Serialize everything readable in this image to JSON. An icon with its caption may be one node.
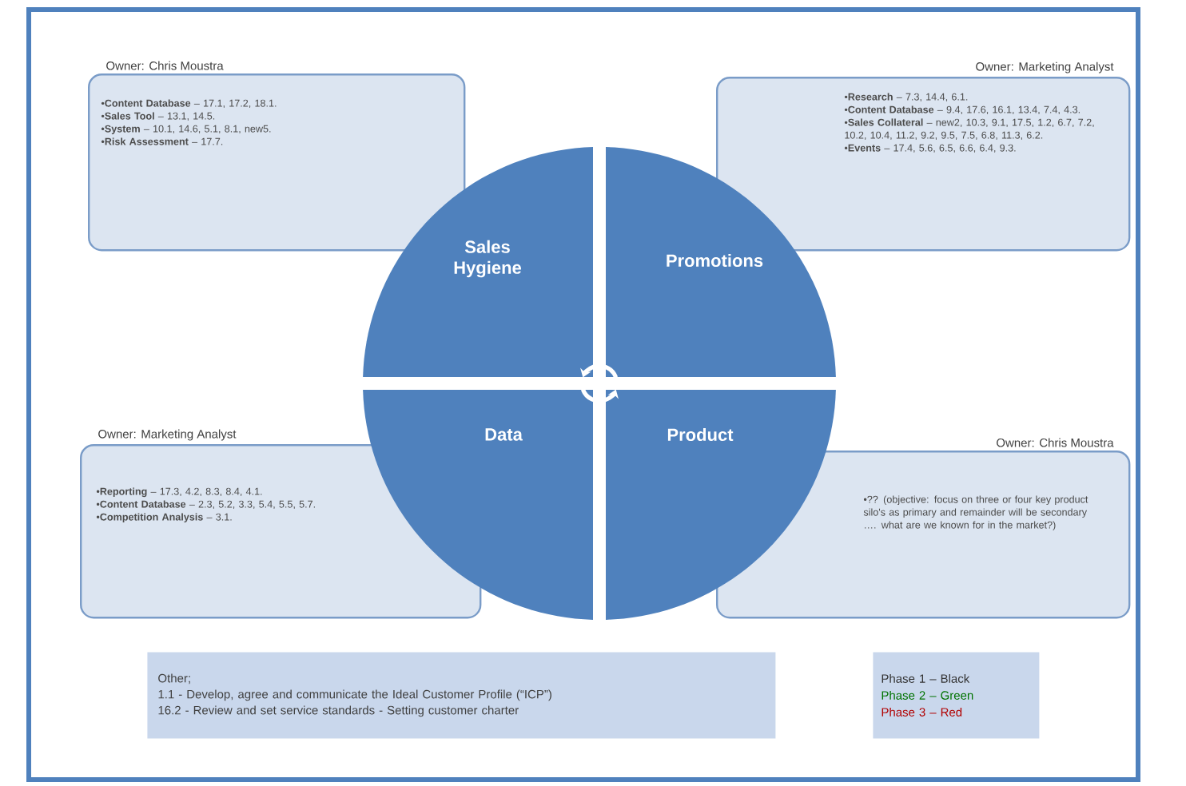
{
  "diagram": {
    "nodes": [
      {
        "text": [
          "Owner:  Chris Moustra",
          "•**Content Database** – 17.1, 17.2, 18.1.",
          "•**Sales Tool** – 13.1, 14.5.",
          "•**System** – 10.1, 14.6, 5.1, 8.1, new5.",
          "•**Risk Assessment** – 17.7."
        ]
      },
      {
        "text": [
          "Sales Hygiene"
        ]
      },
      {
        "text": [
          "Promotions"
        ]
      },
      {
        "text": [
          "Owner:  Marketing Analyst",
          "•**Research** – 7.3, 14.4, 6.1.",
          "•**Content Database** – 9.4, 17.6, 16.1, 13.4, 7.4, 4.3.",
          "•**Sales Collateral** – new2, 10.3, 9.1, 17.5, 1.2, 6.7, 7.2, 10.2, 10.4, 11.2, 9.2, 9.5, 7.5, 6.8, 11.3, 6.2.",
          "•**Events** – 17.4, 5.6, 6.5, 6.6, 6.4, 9.3."
        ]
      },
      {
        "text": [
          "Owner:  Marketing Analyst",
          "•**Reporting** – 17.3, 4.2, 8.3, 8.4, 4.1.",
          "•**Content Database** – 2.3, 5.2, 3.3, 5.4, 5.5, 5.7.",
          "•**Competition Analysis** – 3.1."
        ]
      },
      {
        "text": [
          "Data"
        ]
      },
      {
        "text": [
          "Product"
        ]
      },
      {
        "text": [
          "Owner:  Chris Moustra",
          "•?? (objective: focus on three or four key product silo's as primary and remainder will be secondary …. what are we known for in the market?)"
        ]
      },
      {
        "text": [
          "Other;",
          "1.1 - Develop, agree and communicate the Ideal Customer Profile (“ICP”)",
          "16.2 - Review and set service standards - Setting customer charter"
        ]
      },
      {
        "text": [
          "Phase 1 – Black",
          "Phase 2 – Green",
          "Phase 3 – Red"
        ]
      }
    ],
    "edges": []
  }
}
